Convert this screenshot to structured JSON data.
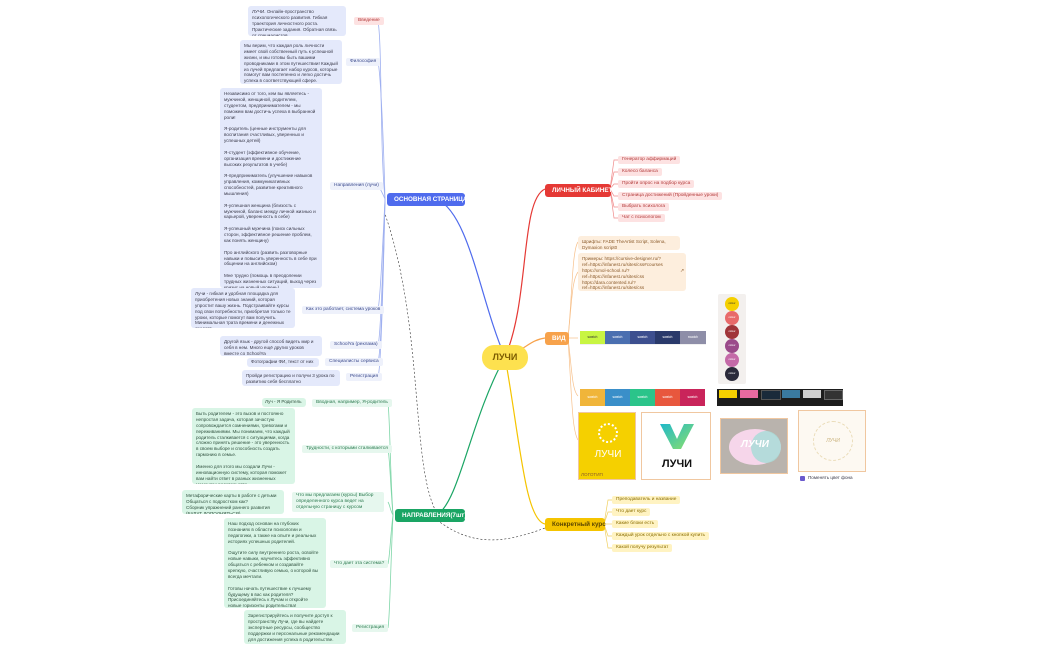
{
  "center": "ЛУЧИ",
  "branches": {
    "main_page": {
      "title": "ОСНОВНАЯ СТРАНИЦА",
      "color": "#4f6bed",
      "topics": [
        {
          "label": "Введение",
          "text": "ЛУЧИ. Онлайн-пространство психологического развития.   Гибкая траектория личностного роста. Практические задания.   Обратная связь от специалистов."
        },
        {
          "label": "Философия",
          "text": "Мы верим, что каждая роль личности имеет свой собственный путь к успешной жизни, и мы готовы быть вашими проводниками в этом путешествии! Каждый из лучей предлагает набор курсов, которые помогут вам постепенно и легко достичь успеха в соответствующей сфере."
        },
        {
          "label": "Направления (лучи)",
          "text": "Независимо от того, кем вы являетесь - мужчиной, женщиной, родителем, студентом, предпринимателем  - мы поможем вам достичь успеха в выбранной роли!\n\nЯ-родитель (ценные инструменты для воспитания счастливых, уверенных и успешных детей)\n\nЯ-студент (эффективное обучение, организация времени и достижение высоких результатов в учебе)\n\nЯ-предприниматель (улучшение навыков управления, коммуникативных способностей, развитие креативного мышления)\n\nЯ-успешная женщина (близость с мужчиной, баланс между личной жизнью и карьерой, уверенность в себе)\n\nЯ-успешный мужчина (поиск сильных сторон, эффективное решение проблем, как понять женщину)\n\nПро английского (развить разговорные навыки и повысить уверенность в себе при общении на английском)\n\nМне трудно (помощь в преодолении трудных жизненных ситуаций, выход через кризис на новый уровень)"
        },
        {
          "label": "Как это работает, система уроков",
          "text": "Лучи - гибкая и удобная площадка для приобретения новых знаний, которая упростит вашу жизнь. Подстраивайте курсы под свои потребности, приобретая только те уроки, которые помогут вам получить. Минимальная трата времени и  денежных средств."
        },
        {
          "label": "SchoolYa (реклама)",
          "text": "Другой язык - другой способ видеть мир и себя в нем. Много ещё других уроков вместе со SchoolYa"
        },
        {
          "label": "Специалисты сервиса",
          "text": "Фотографии ФИ, текст от них"
        },
        {
          "label": "Регистрация",
          "text": "Пройди регистрацию и получи 3 урока по развитию себя бесплатно"
        }
      ]
    },
    "directions": {
      "title": "НАПРАВЛЕНИЯ(7шт)",
      "color": "#1aa564",
      "topics": [
        {
          "label": "Вводная, например, Я-родитель",
          "text": "Луч - Я Родитель"
        },
        {
          "label": "Трудности, с которыми сталкивается",
          "text": "Быть родителем - это вызов и постоянно непростая задача, которая зачастую сопровождается сомнениями, тревогами и переживаниями. Мы понимаем, что каждый родитель сталкивается с ситуациями, когда сложно принять решение  - это уверенность в своем выборе и способность создать гармонию в семье.\n\nИменно для этого мы создали Лучи - инновационную систему, которая поможет вам найти ответ в разных жизненных моментах родительства"
        },
        {
          "label": "Что мы предлагаем (курсы) Выбор определенного курса ведет на отдельную страницу с курсом",
          "text": "Метафорические карты в работе с детьми\nОбщаться с подростком как?\nСборник упражнений раннего развития\n(БУДУТ ДОПОЛНЯТЬСЯ)"
        },
        {
          "label": "Что дает эта система?",
          "text": "Наш подход основан на глубоких познаниях в области психологии и педагогики, а также на опыте и реальных историях успешных родителей.\n\nОщутите силу внутреннего роста, освойте новые навыки, научитесь эффективно общаться с ребенком и создавайте крепкую, счастливую семью, о которой вы всегда мечтали.\n\nГотовы начать путешествие к лучшему будущему в вас как родителя? Присоединяйтесь к Лучам и откройте новые горизонты родительства!"
        },
        {
          "label": "Регистрация",
          "text": "Зарегистрируйтесь и получите доступ к пространству Лучи, где вы найдете экспертные ресурсы, сообщество поддержки и персональные рекомендации для достижения успеха в родительстве."
        }
      ]
    },
    "cabinet": {
      "title": "ЛИЧНЫЙ КАБИНЕТ",
      "color": "#e53935",
      "items": [
        "Генератор аффирмаций",
        "Колесо баланса",
        "Пройти опрос на подбор курса",
        "Страница достижений (Пройденные уроки)",
        "Выбрать психолога",
        "Чат с психологом"
      ]
    },
    "view": {
      "title": "ВИД",
      "color": "#f7a24b",
      "fonts_note": "Шрифты: FADE TheArtist Script, Solena, Dymaxion script0",
      "examples_note": "Примеры: https://cursive-designer.ru/?ref=https://infanest.ru/sites/css#courses https://xmol-school.ru/?ref=https://infanest.ru/sites/css https://dara.contented.ru/?ref=https://infanest.ru/sites/css",
      "logo_caption": "ЛОГОТИП",
      "logo_text": "ЛУЧИ",
      "bg_color_label": "Поменять цвет фона"
    },
    "course": {
      "title": "Конкретный курс",
      "color": "#f5c400",
      "items": [
        "Преподаватель и название",
        "Что дает курс",
        "Какие блоки есть",
        "Каждый урок отдельно с кнопкой купить",
        "Какой получу результат"
      ]
    }
  },
  "palettes": {
    "row1": [
      "#c8f542",
      "#4a6fb0",
      "#3d4f8f",
      "#2a3a6b",
      "#8e8ea8"
    ],
    "row2": [
      "#f0b53a",
      "#3a8fc9",
      "#2bc48a",
      "#e8573d",
      "#c9245a"
    ],
    "row3": [
      "#f5d000",
      "#e86aa0",
      "#1a2a3a",
      "#3a7aa0",
      "#cfcfcf",
      "#333333"
    ],
    "dots": [
      "#f5d000",
      "#e86a6a",
      "#a0353a",
      "#9a4a8a",
      "#c46aa8",
      "#2a2a3a"
    ]
  }
}
